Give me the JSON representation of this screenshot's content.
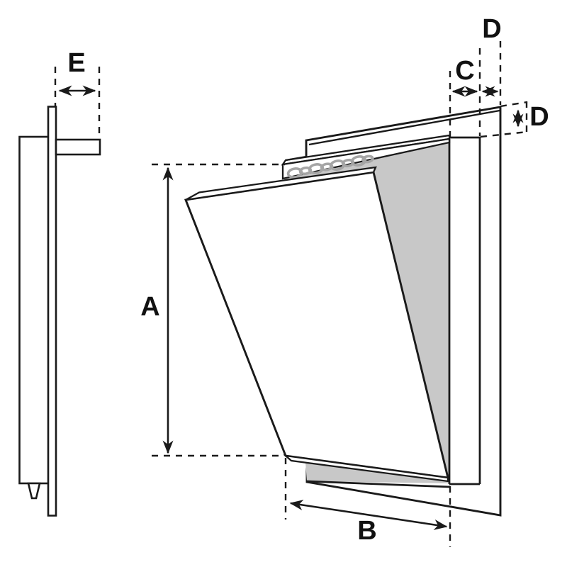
{
  "figure": {
    "title": "access-panel-dimension-diagram",
    "background": "#ffffff",
    "line_color": "#1a1a1a",
    "opening_fill": "#c8c8c8",
    "chain_color": "#a5a5a5",
    "labels": {
      "height": "A",
      "width": "B",
      "frame_face": "C",
      "flange_top": "D",
      "flange_side": "D",
      "depth": "E"
    }
  }
}
